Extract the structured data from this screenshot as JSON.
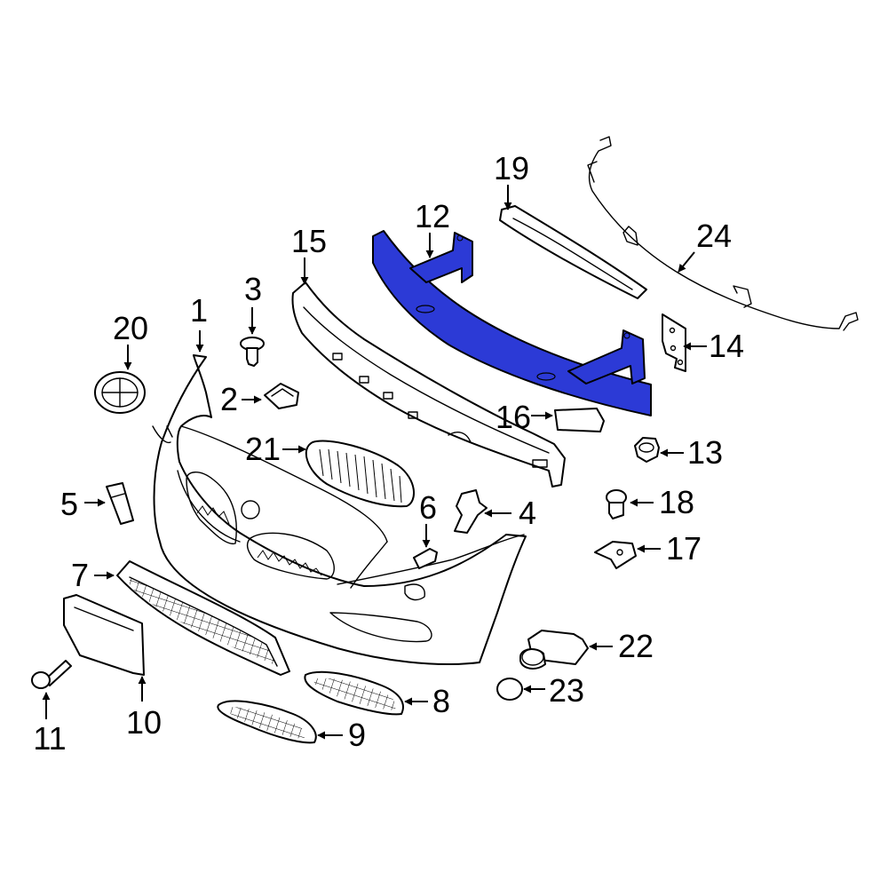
{
  "diagram": {
    "highlight_color": "#2c3ad6",
    "line_color": "#000000",
    "background_color": "#ffffff",
    "highlighted_part": "12",
    "callouts": {
      "c1": "1",
      "c2": "2",
      "c3": "3",
      "c4": "4",
      "c5": "5",
      "c6": "6",
      "c7": "7",
      "c8": "8",
      "c9": "9",
      "c10": "10",
      "c11": "11",
      "c12": "12",
      "c13": "13",
      "c14": "14",
      "c15": "15",
      "c16": "16",
      "c17": "17",
      "c18": "18",
      "c19": "19",
      "c20": "20",
      "c21": "21",
      "c22": "22",
      "c23": "23",
      "c24": "24"
    }
  }
}
